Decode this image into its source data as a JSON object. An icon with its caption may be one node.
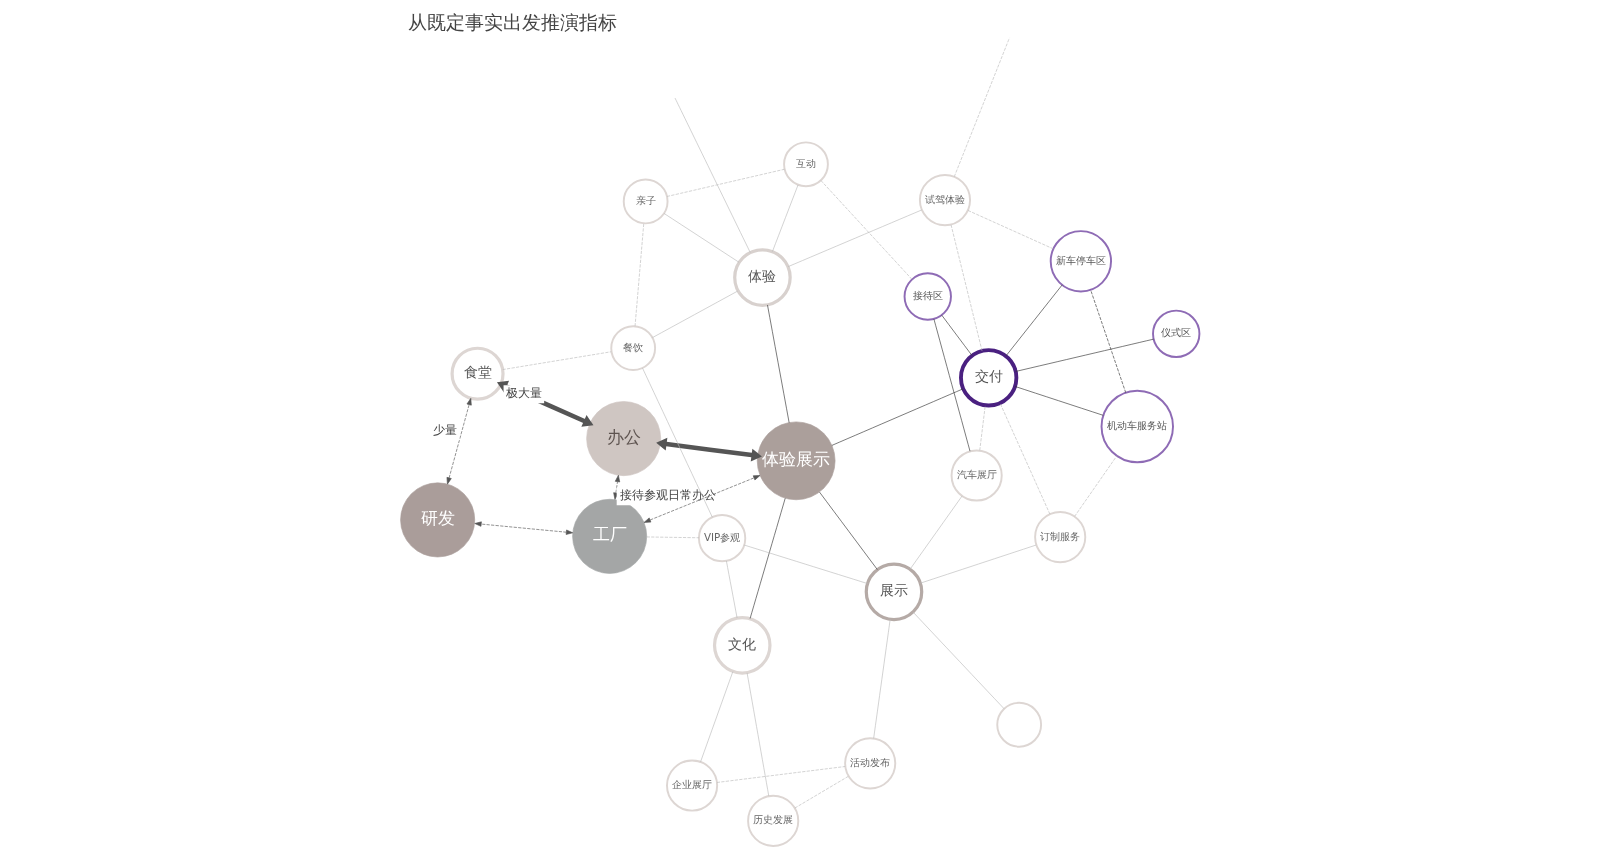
{
  "diagram": {
    "title": "从既定事实出发推演指标",
    "nodes": [
      {
        "text": [
          "工厂"
        ]
      },
      {
        "text": [
          "研发"
        ]
      },
      {
        "text": [
          "办公"
        ]
      },
      {
        "text": [
          "体验展示"
        ]
      },
      {
        "text": [
          "食堂"
        ]
      },
      {
        "text": [
          "企业展厅"
        ]
      },
      {
        "text": [
          "历史发展"
        ]
      },
      {
        "text": [
          "活动发布"
        ]
      },
      {
        "text": [
          "文化"
        ]
      },
      {
        "text": [],
        "shape": "circle"
      },
      {
        "text": [
          "展示"
        ]
      },
      {
        "text": [
          "订制服务"
        ]
      },
      {
        "text": [
          "VIP参观"
        ]
      },
      {
        "text": [
          "汽车展厅"
        ]
      },
      {
        "text": [
          "交付"
        ]
      },
      {
        "text": [
          "机动车服务站"
        ]
      },
      {
        "text": [
          "仪式区"
        ]
      },
      {
        "text": [
          "体验"
        ]
      },
      {
        "text": [
          "互动"
        ]
      },
      {
        "text": [
          "接待区"
        ]
      },
      {
        "text": [
          "新车停车区"
        ]
      },
      {
        "text": [
          "餐饮"
        ]
      },
      {
        "text": [
          "亲子"
        ]
      },
      {
        "text": [
          "试驾体验"
        ]
      }
    ],
    "edges": [
      {
        "from": 0,
        "to": 1,
        "arrow": "both",
        "style": "dashed",
        "color": "#555555"
      },
      {
        "from": 0,
        "to": 2,
        "arrow": "both",
        "label": "接待参观日常办公",
        "style": "dashed",
        "color": "#555555"
      },
      {
        "from": 0,
        "to": 3,
        "arrow": "both",
        "style": "dashed",
        "color": "#555555"
      },
      {
        "from": 0,
        "to": 12,
        "arrow": "none",
        "style": "dashed"
      },
      {
        "from": 2,
        "to": 3,
        "arrow": "both",
        "style": "thick",
        "color": "#555555"
      },
      {
        "from": 4,
        "to": 2,
        "arrow": "both",
        "label": "极大量",
        "style": "thick",
        "color": "#555555"
      },
      {
        "from": 1,
        "to": 4,
        "arrow": "both",
        "label": "少量",
        "style": "dashed",
        "color": "#555555"
      },
      {
        "from": 3,
        "to": 8,
        "arrow": "none",
        "color": "#333333"
      },
      {
        "from": 3,
        "to": 10,
        "arrow": "none",
        "color": "#333333"
      },
      {
        "from": 3,
        "to": 14,
        "arrow": "none",
        "color": "#333333"
      },
      {
        "from": 3,
        "to": 17,
        "arrow": "none",
        "color": "#333333"
      },
      {
        "from": 8,
        "to": 5,
        "arrow": "none"
      },
      {
        "from": 8,
        "to": 6,
        "arrow": "none"
      },
      {
        "from": 5,
        "to": 7,
        "arrow": "none",
        "style": "dashed"
      },
      {
        "from": 6,
        "to": 7,
        "arrow": "none",
        "style": "dashed"
      },
      {
        "from": 7,
        "to": 10,
        "arrow": "none"
      },
      {
        "from": 9,
        "to": 10,
        "arrow": "none"
      },
      {
        "from": 8,
        "to": 12,
        "arrow": "none"
      },
      {
        "from": 10,
        "to": 11,
        "arrow": "none"
      },
      {
        "from": 10,
        "to": 13,
        "arrow": "none"
      },
      {
        "from": 10,
        "to": 12,
        "arrow": "none"
      },
      {
        "from": 12,
        "to": 21,
        "arrow": "none"
      },
      {
        "from": 11,
        "to": 14,
        "arrow": "none",
        "style": "dashed"
      },
      {
        "from": 11,
        "to": 15,
        "arrow": "none",
        "style": "dashed"
      },
      {
        "from": 13,
        "to": 14,
        "arrow": "none",
        "style": "dashed"
      },
      {
        "from": 13,
        "to": 19,
        "arrow": "none",
        "color": "#333333"
      },
      {
        "from": 14,
        "to": 15,
        "arrow": "none",
        "color": "#333333"
      },
      {
        "from": 14,
        "to": 16,
        "arrow": "none",
        "color": "#333333"
      },
      {
        "from": 14,
        "to": 19,
        "arrow": "none",
        "color": "#333333"
      },
      {
        "from": 14,
        "to": 20,
        "arrow": "none",
        "color": "#333333"
      },
      {
        "from": 15,
        "to": 20,
        "arrow": "none",
        "style": "dashed",
        "color": "#333333"
      },
      {
        "from": 14,
        "to": 23,
        "arrow": "none",
        "style": "dashed"
      },
      {
        "from": 19,
        "to": 18,
        "arrow": "none",
        "style": "dashed"
      },
      {
        "from": 20,
        "to": 23,
        "arrow": "none",
        "style": "dashed"
      },
      {
        "from": 17,
        "to": 18,
        "arrow": "none"
      },
      {
        "from": 17,
        "to": 21,
        "arrow": "none"
      },
      {
        "from": 17,
        "to": 22,
        "arrow": "none"
      },
      {
        "from": 17,
        "to": 23,
        "arrow": "none"
      },
      {
        "from": 17,
        "to": null,
        "arrow": "none"
      },
      {
        "from": 18,
        "to": 22,
        "arrow": "none",
        "style": "dashed"
      },
      {
        "from": 4,
        "to": 21,
        "arrow": "none",
        "style": "dashed"
      },
      {
        "from": 21,
        "to": 22,
        "arrow": "none",
        "style": "dashed"
      },
      {
        "from": 23,
        "to": null,
        "arrow": "none",
        "style": "dashed"
      }
    ]
  }
}
